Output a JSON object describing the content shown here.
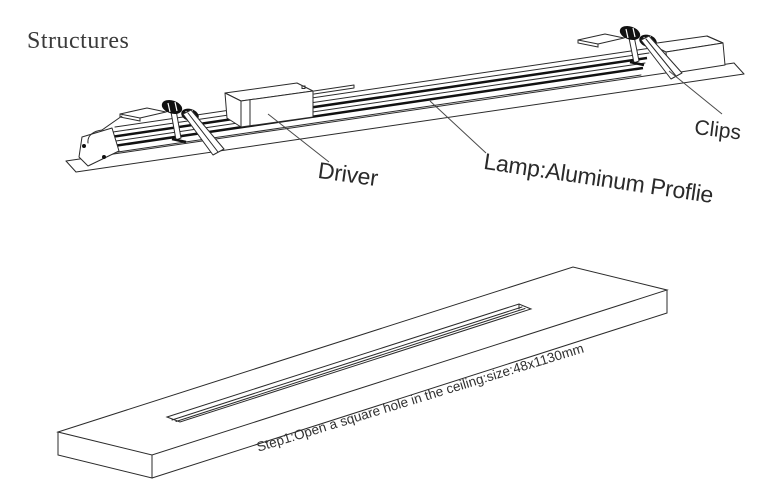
{
  "page": {
    "background_color": "#ffffff",
    "line_color": "#2b2b2b",
    "title": "Structures"
  },
  "figure_lamp": {
    "description": "isometric line drawing of recessed linear lamp assembly",
    "labels": {
      "driver": "Driver",
      "lamp": "Lamp:Aluminum Proflie",
      "clips": "Clips"
    }
  },
  "figure_ceiling": {
    "description": "isometric line drawing of ceiling panel with rectangular cutout",
    "caption": "Step1:Open a square hole in the ceiling:size:48x1130mm"
  }
}
